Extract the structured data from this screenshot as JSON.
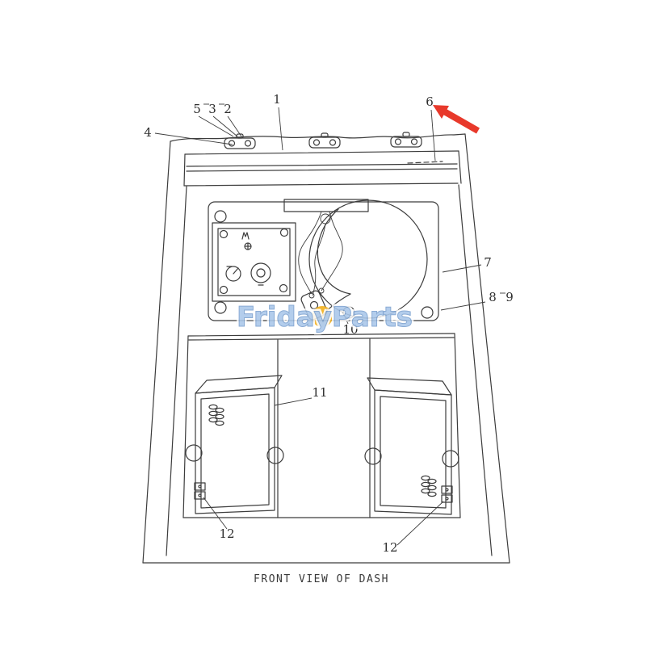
{
  "page": {
    "caption": "FRONT VIEW OF DASH",
    "watermark": {
      "text": "FridayParts"
    },
    "colors": {
      "line": "#3c3c3c",
      "arrow_red": "#e8392b",
      "watermark_blue": "#9dbfe6",
      "watermark_blue_stroke": "#6792c8",
      "watermark_yellow": "#f2b11e"
    },
    "callouts": {
      "n1": "1",
      "n2": "2",
      "n3": "3",
      "n4": "4",
      "n5": "5",
      "n6": "6",
      "n7": "7",
      "n8": "8",
      "n9": "9",
      "n10": "10",
      "n11": "11",
      "n12": "12"
    }
  }
}
